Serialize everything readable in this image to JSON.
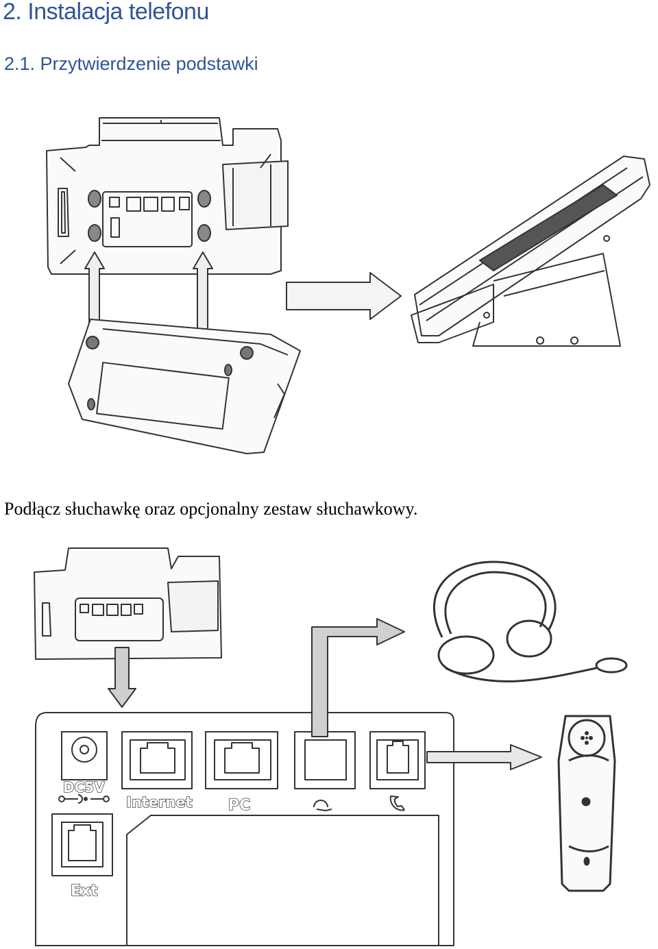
{
  "document": {
    "heading": "2. Instalacja telefonu",
    "subheading": "2.1. Przytwierdzenie podstawki",
    "caption": "Podłącz słuchawkę oraz opcjonalny zestaw słuchawkowy."
  },
  "rear_panel": {
    "ports": {
      "power": "DC5V",
      "internet": "Internet",
      "pc": "PC",
      "ext": "Ext"
    }
  },
  "icons": [
    "headset-icon",
    "handset-icon",
    "power-polarity-icon"
  ]
}
